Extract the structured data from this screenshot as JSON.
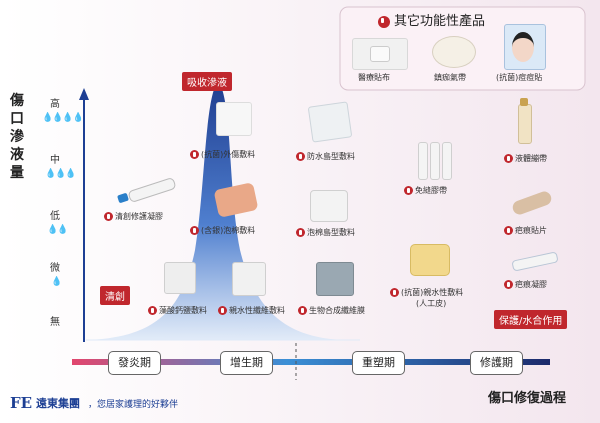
{
  "panel": {
    "title": "其它功能性產品"
  },
  "other_products": [
    {
      "label": "醫療貼布"
    },
    {
      "label": "鎮痂氣帶"
    },
    {
      "label": "(抗菌)痘痘貼"
    }
  ],
  "axis": {
    "title": "傷口滲液量",
    "levels": [
      "高",
      "中",
      "低",
      "微",
      "無"
    ],
    "drops_per_level": [
      "4",
      "3",
      "2",
      "1",
      "0"
    ]
  },
  "tags": {
    "absorb": "吸收滲液",
    "debride": "清創",
    "protect": "保護/水合作用"
  },
  "phases": [
    "發炎期",
    "增生期",
    "重塑期",
    "修護期"
  ],
  "x_title": "傷口修復過程",
  "products": {
    "antibacterial_foam": "(抗菌)外傷敷料",
    "silver_foam": "(含銀)泡棉敷料",
    "alginate": "藻酸鈣鹽敷料",
    "hydrofiber": "親水性纖維敷料",
    "debride_gel": "清創修護凝膠",
    "waterproof_island": "防水島型敷料",
    "foam_island": "泡棉島型敷料",
    "biocellulose": "生物合成纖維膜",
    "suture_strip": "免縫膠帶",
    "hydrocolloid": "(抗菌)親水性敷料",
    "hydrocolloid_sub": "(人工皮)",
    "liquid_bandage": "液體繃帶",
    "scar_patch": "疤痕貼片",
    "scar_gel": "疤痕凝膠"
  },
  "company": {
    "logo": "FE",
    "name": "遠東集團",
    "slogan": "，您居家護理的好夥伴"
  },
  "colors": {
    "red": "#c0272d",
    "blue": "#1d3f94",
    "pink": "#e2466d",
    "navy": "#1c2a6b"
  }
}
